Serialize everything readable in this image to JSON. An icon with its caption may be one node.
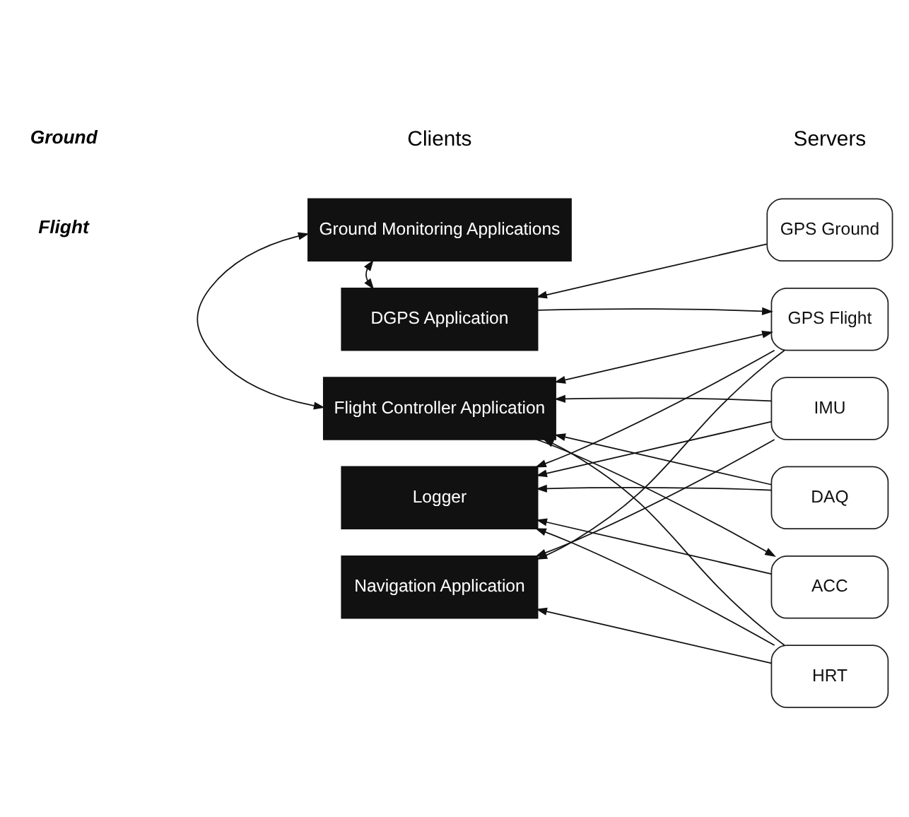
{
  "diagram": {
    "nodes": [
      {
        "text": [
          "Ground Monitoring Applications"
        ]
      },
      {
        "text": [
          "DGPS Application"
        ]
      },
      {
        "text": [
          "Flight Controller Application"
        ]
      },
      {
        "text": [
          "Logger"
        ]
      },
      {
        "text": [
          "Navigation Application"
        ]
      },
      {
        "text": [
          "GPS Ground"
        ]
      },
      {
        "text": [
          "GPS Flight"
        ]
      },
      {
        "text": [
          "IMU"
        ]
      },
      {
        "text": [
          "DAQ"
        ]
      },
      {
        "text": [
          "ACC"
        ]
      },
      {
        "text": [
          "HRT"
        ]
      }
    ],
    "edges": [
      {
        "from": 0,
        "to": 1,
        "arrow": "both"
      },
      {
        "from": 0,
        "to": 2,
        "arrow": "both"
      },
      {
        "from": 5,
        "to": 1,
        "arrow": "to"
      },
      {
        "from": 1,
        "to": 6,
        "arrow": "to"
      },
      {
        "from": 2,
        "to": 6,
        "arrow": "both"
      },
      {
        "from": 6,
        "to": 3,
        "arrow": "to"
      },
      {
        "from": 6,
        "to": 4,
        "arrow": "to"
      },
      {
        "from": 7,
        "to": 2,
        "arrow": "to"
      },
      {
        "from": 7,
        "to": 3,
        "arrow": "to"
      },
      {
        "from": 7,
        "to": 4,
        "arrow": "to"
      },
      {
        "from": 8,
        "to": 2,
        "arrow": "to"
      },
      {
        "from": 8,
        "to": 3,
        "arrow": "to"
      },
      {
        "from": 2,
        "to": 9,
        "arrow": "to"
      },
      {
        "from": 9,
        "to": 3,
        "arrow": "to"
      },
      {
        "from": 10,
        "to": 2,
        "arrow": "to"
      },
      {
        "from": 10,
        "to": 3,
        "arrow": "to"
      },
      {
        "from": 10,
        "to": 4,
        "arrow": "to"
      }
    ],
    "labels": [
      "Clients",
      "Servers",
      "Ground",
      "Flight"
    ]
  }
}
